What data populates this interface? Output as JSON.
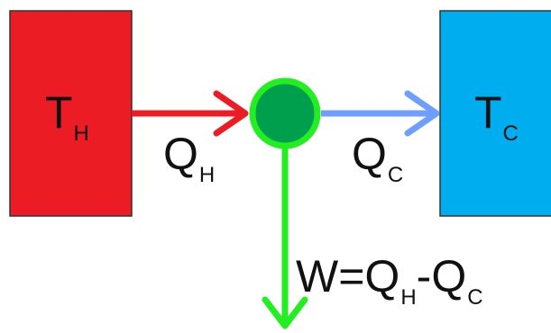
{
  "colors": {
    "hot_reservoir": "#ec1c24",
    "cold_reservoir": "#00aeef",
    "engine_fill": "#009f4d",
    "engine_ring": "#22ee22",
    "heat_in_arrow": "#ec1c24",
    "heat_out_arrow": "#6f9eff",
    "work_arrow": "#22ee22",
    "outline": "#333333",
    "text": "#111111"
  },
  "hot": {
    "symbol": "T",
    "subscript": "H"
  },
  "cold": {
    "symbol": "T",
    "subscript": "C"
  },
  "heat_in": {
    "symbol": "Q",
    "subscript": "H"
  },
  "heat_out": {
    "symbol": "Q",
    "subscript": "C"
  },
  "work": {
    "lhs": "W=",
    "term1": "Q",
    "term1_sub": "H",
    "minus": "-",
    "term2": "Q",
    "term2_sub": "C"
  }
}
